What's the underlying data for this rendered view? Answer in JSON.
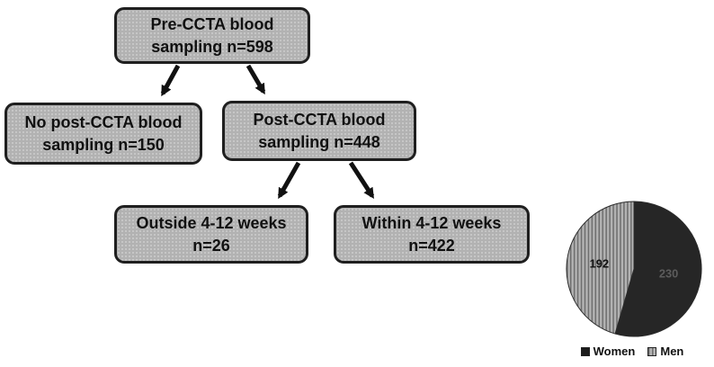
{
  "flowchart": {
    "nodes": [
      {
        "id": "pre-ccta",
        "label": "Pre-CCTA blood sampling n=598"
      },
      {
        "id": "no-post-ccta",
        "label": "No post-CCTA blood sampling n=150"
      },
      {
        "id": "post-ccta",
        "label": "Post-CCTA blood sampling n=448"
      },
      {
        "id": "outside-weeks",
        "label": "Outside 4-12 weeks n=26"
      },
      {
        "id": "within-weeks",
        "label": "Within 4-12 weeks n=422"
      }
    ],
    "box_fill_color": "#b2b2b2",
    "box_border_color": "#1f1f1f"
  },
  "chart_data": {
    "type": "pie",
    "slices": [
      {
        "label": "Women",
        "value": 230,
        "color": "#262626",
        "pattern": "solid",
        "label_color": "#5c5c5c"
      },
      {
        "label": "Men",
        "value": 192,
        "color": "#b0b0b0",
        "pattern": "vertical-stripes",
        "label_color": "#111111"
      }
    ],
    "total": 422,
    "legend": [
      "Women",
      "Men"
    ],
    "legend_position": "bottom",
    "start_angle_deg": 0,
    "direction": "clockwise"
  }
}
